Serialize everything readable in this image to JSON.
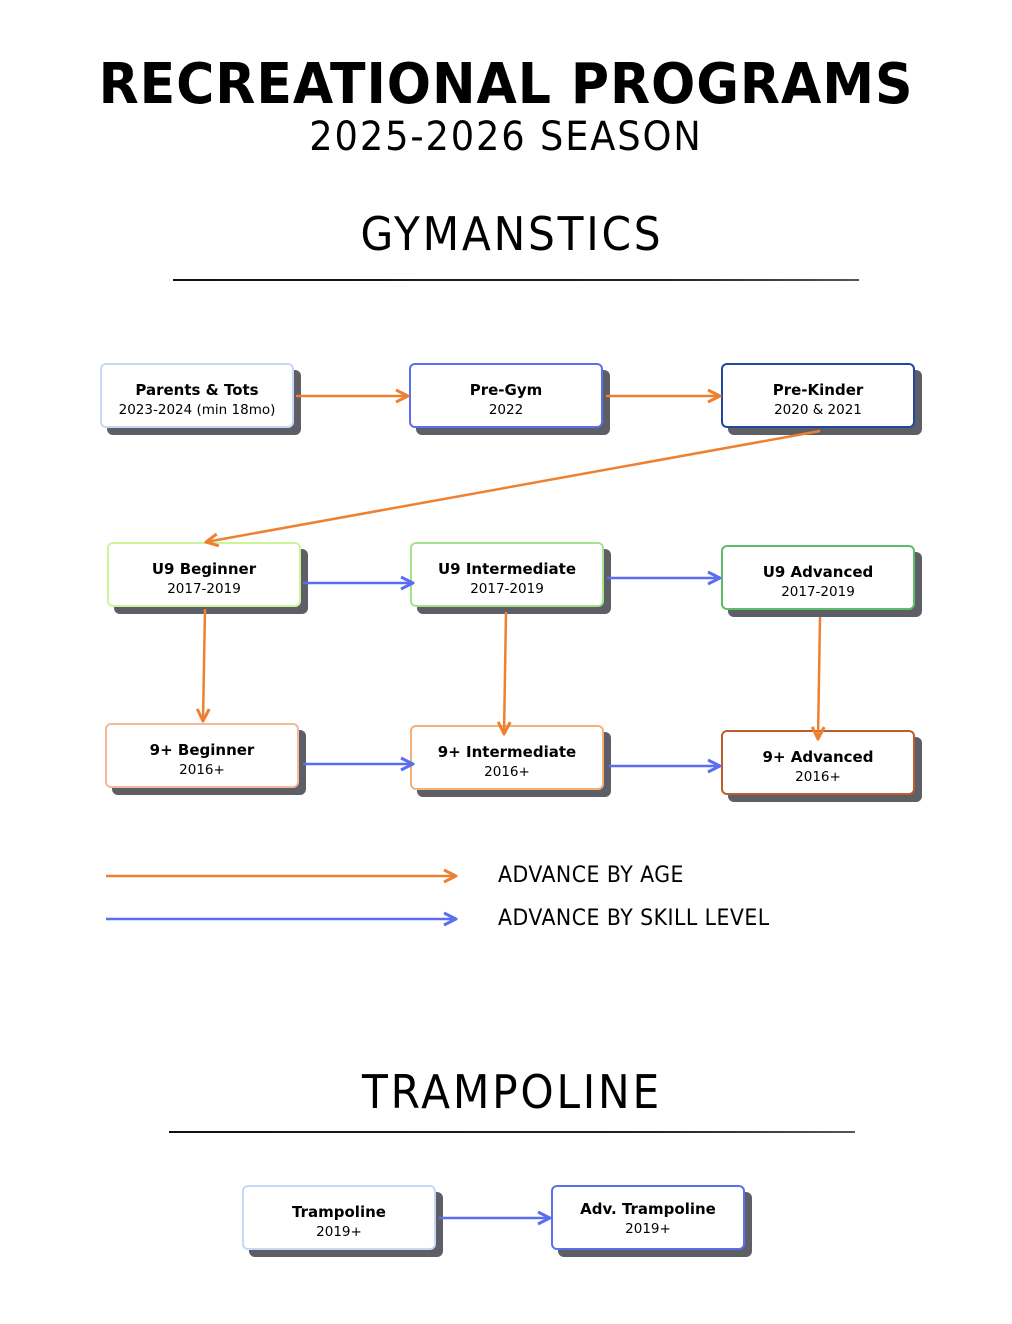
{
  "header": {
    "title": "RECREATIONAL PROGRAMS",
    "subtitle": "2025-2026 SEASON"
  },
  "colors": {
    "age_arrow": "#ee8131",
    "skill_arrow": "#5b6ef0",
    "shadow": "#5e5e66"
  },
  "gymnastics": {
    "heading": "GYMANSTICS",
    "programs": [
      {
        "id": "parents-tots",
        "name": "Parents & Tots",
        "years": "2023-2024 (min 18mo)",
        "border": "#c5d8f5"
      },
      {
        "id": "pre-gym",
        "name": "Pre-Gym",
        "years": "2022",
        "border": "#5b6ef0"
      },
      {
        "id": "pre-kinder",
        "name": "Pre-Kinder",
        "years": "2020 & 2021",
        "border": "#22479c"
      },
      {
        "id": "u9-beginner",
        "name": "U9 Beginner",
        "years": "2017-2019",
        "border": "#ccf59a"
      },
      {
        "id": "u9-intermediate",
        "name": "U9 Intermediate",
        "years": "2017-2019",
        "border": "#a4e38a"
      },
      {
        "id": "u9-advanced",
        "name": "U9 Advanced",
        "years": "2017-2019",
        "border": "#5cbf67"
      },
      {
        "id": "9plus-beginner",
        "name": "9+ Beginner",
        "years": "2016+",
        "border": "#f5b899"
      },
      {
        "id": "9plus-intermediate",
        "name": "9+ Intermediate",
        "years": "2016+",
        "border": "#f5b07a"
      },
      {
        "id": "9plus-advanced",
        "name": "9+ Advanced",
        "years": "2016+",
        "border": "#bd5d2a"
      }
    ],
    "connections": [
      {
        "from": "parents-tots",
        "to": "pre-gym",
        "type": "age"
      },
      {
        "from": "pre-gym",
        "to": "pre-kinder",
        "type": "age"
      },
      {
        "from": "pre-kinder",
        "to": "u9-beginner",
        "type": "age"
      },
      {
        "from": "u9-beginner",
        "to": "u9-intermediate",
        "type": "skill"
      },
      {
        "from": "u9-intermediate",
        "to": "u9-advanced",
        "type": "skill"
      },
      {
        "from": "u9-beginner",
        "to": "9plus-beginner",
        "type": "age"
      },
      {
        "from": "u9-intermediate",
        "to": "9plus-intermediate",
        "type": "age"
      },
      {
        "from": "u9-advanced",
        "to": "9plus-advanced",
        "type": "age"
      },
      {
        "from": "9plus-beginner",
        "to": "9plus-intermediate",
        "type": "skill"
      },
      {
        "from": "9plus-intermediate",
        "to": "9plus-advanced",
        "type": "skill"
      }
    ]
  },
  "legend": {
    "age_label": "ADVANCE BY AGE",
    "skill_label": "ADVANCE BY SKILL LEVEL"
  },
  "trampoline": {
    "heading": "TRAMPOLINE",
    "programs": [
      {
        "id": "trampoline",
        "name": "Trampoline",
        "years": "2019+",
        "border": "#c5d8f5"
      },
      {
        "id": "adv-trampoline",
        "name": "Adv. Trampoline",
        "years": "2019+",
        "border": "#5b6ef0"
      }
    ],
    "connections": [
      {
        "from": "trampoline",
        "to": "adv-trampoline",
        "type": "skill"
      }
    ]
  }
}
